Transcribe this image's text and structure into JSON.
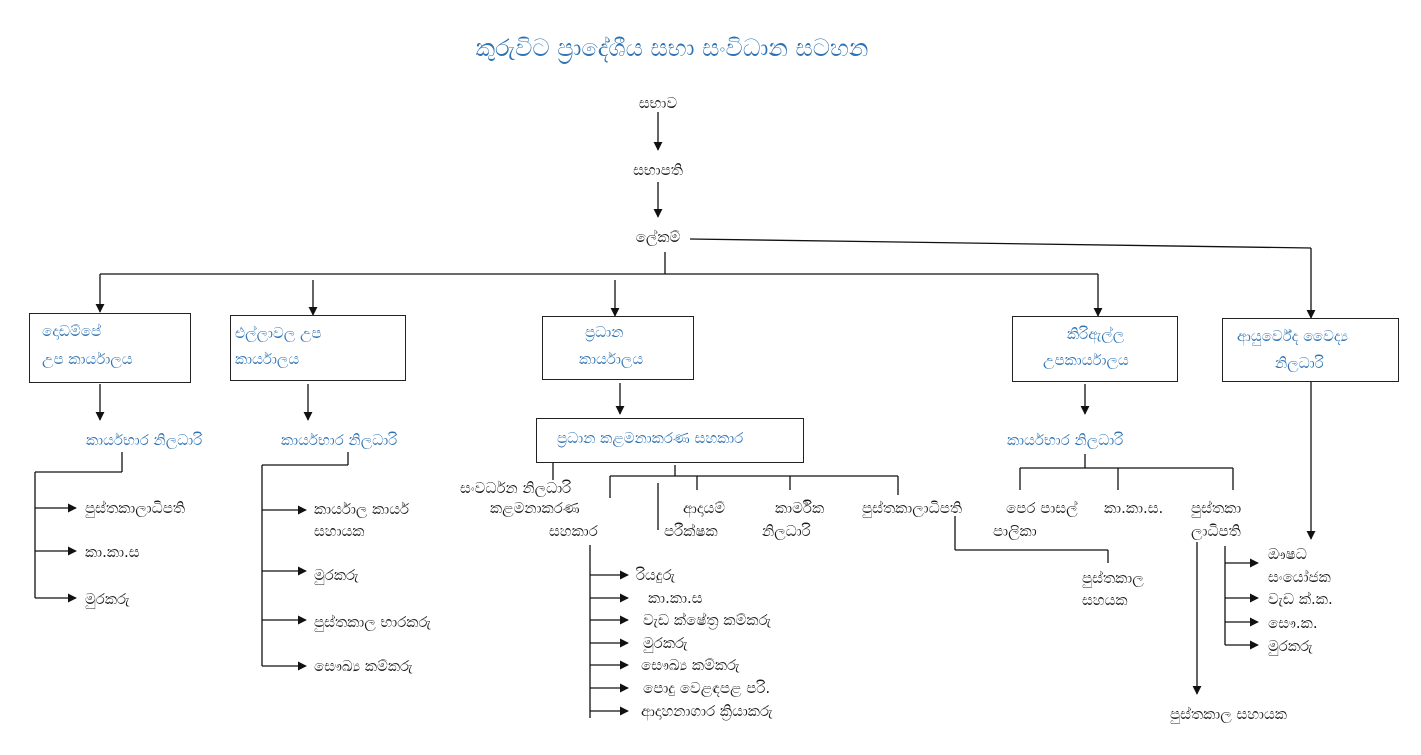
{
  "title": "කුරුවිට ප්‍රාදේශීය සභා සංවිධාන සටහන",
  "top": {
    "council": "සභාව",
    "chairman": "සභාපති",
    "secretary": "ලේකම්"
  },
  "offices": {
    "dodampe": {
      "line1": "දොඩම්පේ",
      "line2": "උප කාර්යාලය"
    },
    "ellawala": {
      "line1": "එල්ලාවල උප",
      "line2": "කාර්යාලය"
    },
    "head": {
      "line1": "ප්‍රධාන",
      "line2": "කාර්යාලය"
    },
    "kiriella": {
      "line1": "කිරිඇල්ල",
      "line2": "උපකාර්යාලය"
    },
    "ayurveda": {
      "line1": "ආයුර්වේද වෛද්‍ය",
      "line2": "නිලධාරි"
    }
  },
  "dodampe": {
    "head": "කාර්යභාර නිලධාරි",
    "staff": [
      "පුස්තකාලාධිපති",
      "කා.කා.ස",
      "මුරකරු"
    ]
  },
  "ellawala": {
    "head": "කාර්යභාර නිලධාරි",
    "staff": [
      {
        "line1": "කාර්යාල කාර්ය",
        "line2": "සහායක"
      },
      {
        "line1": "මුරකරු",
        "line2": ""
      },
      {
        "line1": "පුස්තකාල භාරකරු",
        "line2": ""
      },
      {
        "line1": "සෞඛ්‍ය කම්කරු",
        "line2": ""
      }
    ]
  },
  "main": {
    "chief_mgmt": "ප්‍රධාන කළමනාකරණ සහකාර",
    "dev_officer": "සංවර්ධන නිලධාරි",
    "mgmt_asst": {
      "line1": "කළමනාකරණ",
      "line2": "සහකාර"
    },
    "revenue": {
      "line1": "ආදායම්",
      "line2": "පරීක්ෂක"
    },
    "technical": {
      "line1": "කාර්මික",
      "line2": "නිලධාරි"
    },
    "librarian": "පුස්තකාලාධිපති",
    "library_asst": {
      "line1": "පුස්තකාල",
      "line2": "සහයක"
    },
    "workers": [
      "රියදුරු",
      "කා.කා.ස",
      "වැඩ ක්ෂේත්‍ර කම්කරු",
      "මුරකරු",
      "සෞඛ්‍ය කම්කරු",
      "පොදු වෙළඳපළ පරි.",
      "ආදාහනාගාර ක්‍රියාකරු"
    ]
  },
  "kiriella": {
    "head": "කාර්යභාර නිලධාරි",
    "pre_school": {
      "line1": "පෙර පාසල්",
      "line2": "පාලිකා"
    },
    "kks": "කා.කා.ස.",
    "librarian": {
      "line1": "පුස්තකා",
      "line2": "ලාධිපති"
    },
    "library_asst": "පුස්තකාල සහායක"
  },
  "ayurveda": {
    "staff": [
      {
        "line1": "ඖෂධ",
        "line2": "සංයෝජක"
      },
      {
        "line1": "වැඩ ක්.ක.",
        "line2": ""
      },
      {
        "line1": "සෞ.ක.",
        "line2": ""
      },
      {
        "line1": "මුරකරු",
        "line2": ""
      }
    ]
  }
}
